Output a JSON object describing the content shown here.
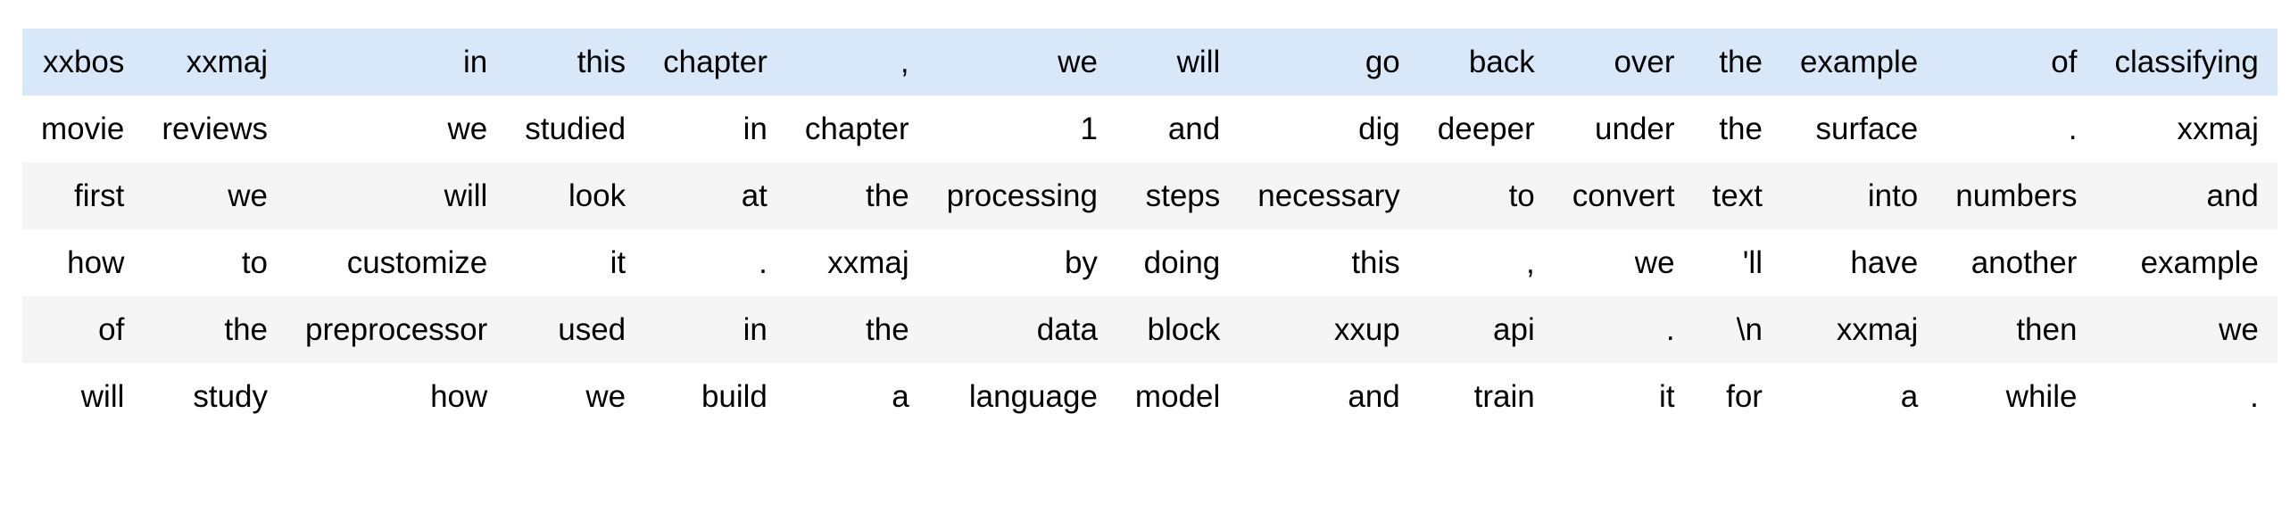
{
  "table": {
    "description": "tokenized-text-batch",
    "num_rows": 6,
    "num_cols": 15,
    "text_color": "#000000",
    "row_colors": {
      "highlight": "#d9e8f8",
      "stripe": "#f5f5f5",
      "default": "#ffffff"
    },
    "rows": [
      {
        "style": "highlight",
        "cells": [
          "xxbos",
          "xxmaj",
          "in",
          "this",
          "chapter",
          ",",
          "we",
          "will",
          "go",
          "back",
          "over",
          "the",
          "example",
          "of",
          "classifying"
        ]
      },
      {
        "style": "default",
        "cells": [
          "movie",
          "reviews",
          "we",
          "studied",
          "in",
          "chapter",
          "1",
          "and",
          "dig",
          "deeper",
          "under",
          "the",
          "surface",
          ".",
          "xxmaj"
        ]
      },
      {
        "style": "stripe",
        "cells": [
          "first",
          "we",
          "will",
          "look",
          "at",
          "the",
          "processing",
          "steps",
          "necessary",
          "to",
          "convert",
          "text",
          "into",
          "numbers",
          "and"
        ]
      },
      {
        "style": "default",
        "cells": [
          "how",
          "to",
          "customize",
          "it",
          ".",
          "xxmaj",
          "by",
          "doing",
          "this",
          ",",
          "we",
          "'ll",
          "have",
          "another",
          "example"
        ]
      },
      {
        "style": "stripe",
        "cells": [
          "of",
          "the",
          "preprocessor",
          "used",
          "in",
          "the",
          "data",
          "block",
          "xxup",
          "api",
          ".",
          "\\n",
          "xxmaj",
          "then",
          "we"
        ]
      },
      {
        "style": "default",
        "cells": [
          "will",
          "study",
          "how",
          "we",
          "build",
          "a",
          "language",
          "model",
          "and",
          "train",
          "it",
          "for",
          "a",
          "while",
          "."
        ]
      }
    ]
  }
}
